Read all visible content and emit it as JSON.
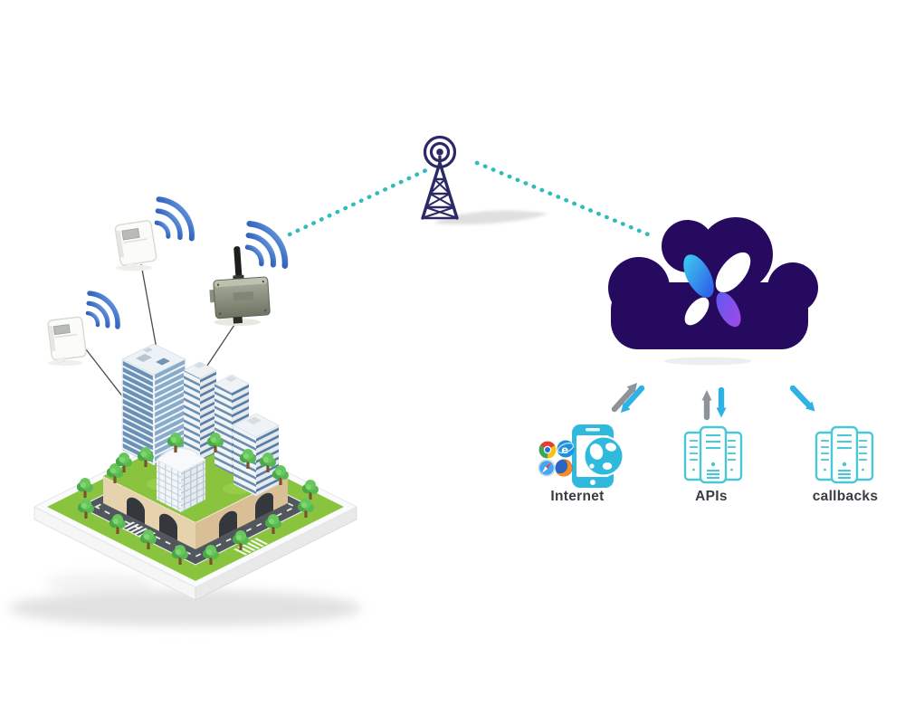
{
  "labels": {
    "internet": "Internet",
    "apis": "APIs",
    "callbacks": "callbacks"
  },
  "icons": {
    "ie_glyph": "e",
    "names": [
      "wifi-signal-icon",
      "sensor-device-icon",
      "gateway-device-icon",
      "radio-tower-icon",
      "cloud-icon",
      "butterfly-logo-icon",
      "smartphone-globe-icon",
      "chrome-icon",
      "ie-icon",
      "safari-icon",
      "firefox-icon",
      "server-stack-icon",
      "up-down-arrows-icon",
      "diagonal-arrows-icon",
      "down-right-arrow-icon",
      "isometric-city-illustration"
    ]
  },
  "colors": {
    "background": "#ffffff",
    "cloud": "#250a60",
    "tower_navy": "#2b2a66",
    "dotted_link_teal": "#2fbcba",
    "wifi_blue_dark": "#16357e",
    "wifi_blue_light": "#8abaef",
    "arrow_gray": "#8f9296",
    "arrow_cyan": "#2eb2e3",
    "device_outline_cyan": "#49c7d6",
    "phone_cyan": "#2fb9dd",
    "label_text": "#3b3b42",
    "grass_green": "#8ac33e",
    "road_gray": "#51575d",
    "wall_beige": "#e7d2ae",
    "glass_blue": "#6b90b6",
    "logo_cyan": "#3fd3f2",
    "logo_blue": "#2f66e9",
    "logo_violet": "#9a4ae9"
  }
}
